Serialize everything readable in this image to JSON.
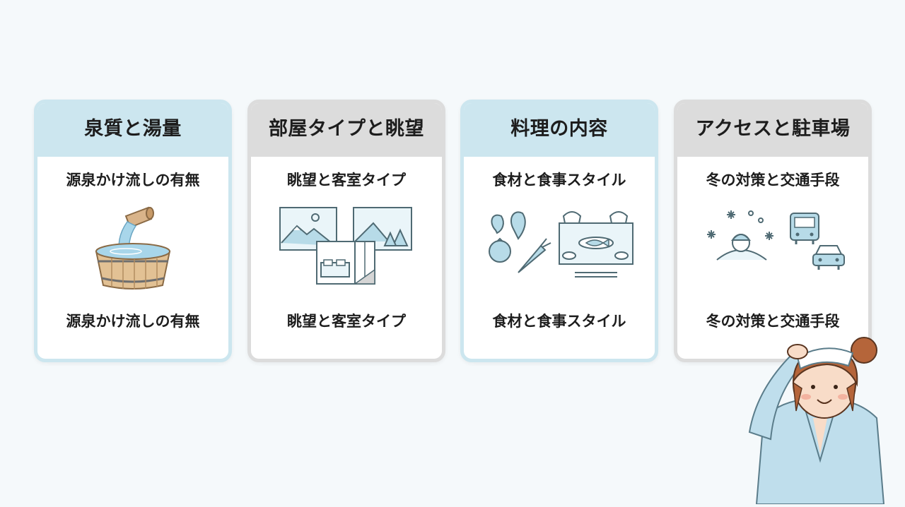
{
  "cards": [
    {
      "title": "泉質と湯量",
      "line_top": "源泉かけ流しの有無",
      "line_bottom": "源泉かけ流しの有無",
      "illustration": "wooden-bath-bucket-icon"
    },
    {
      "title": "部屋タイプと眺望",
      "line_top": "眺望と客室タイプ",
      "line_bottom": "眺望と客室タイプ",
      "illustration": "room-and-view-icon"
    },
    {
      "title": "料理の内容",
      "line_top": "食材と食事スタイル",
      "line_bottom": "食材と食事スタイル",
      "illustration": "meal-and-ingredients-icon"
    },
    {
      "title": "アクセスと駐車場",
      "line_top": "冬の対策と交通手段",
      "line_bottom": "冬の対策と交通手段",
      "illustration": "winter-transport-icon"
    }
  ],
  "colors": {
    "background": "#f5f9fb",
    "blue_header": "#cce6ef",
    "gray_header": "#dcdcdc",
    "text": "#1d1d1d",
    "outline": "#4f6a73",
    "water": "#a8d6ea"
  },
  "character": "woman-with-towel-illustration"
}
